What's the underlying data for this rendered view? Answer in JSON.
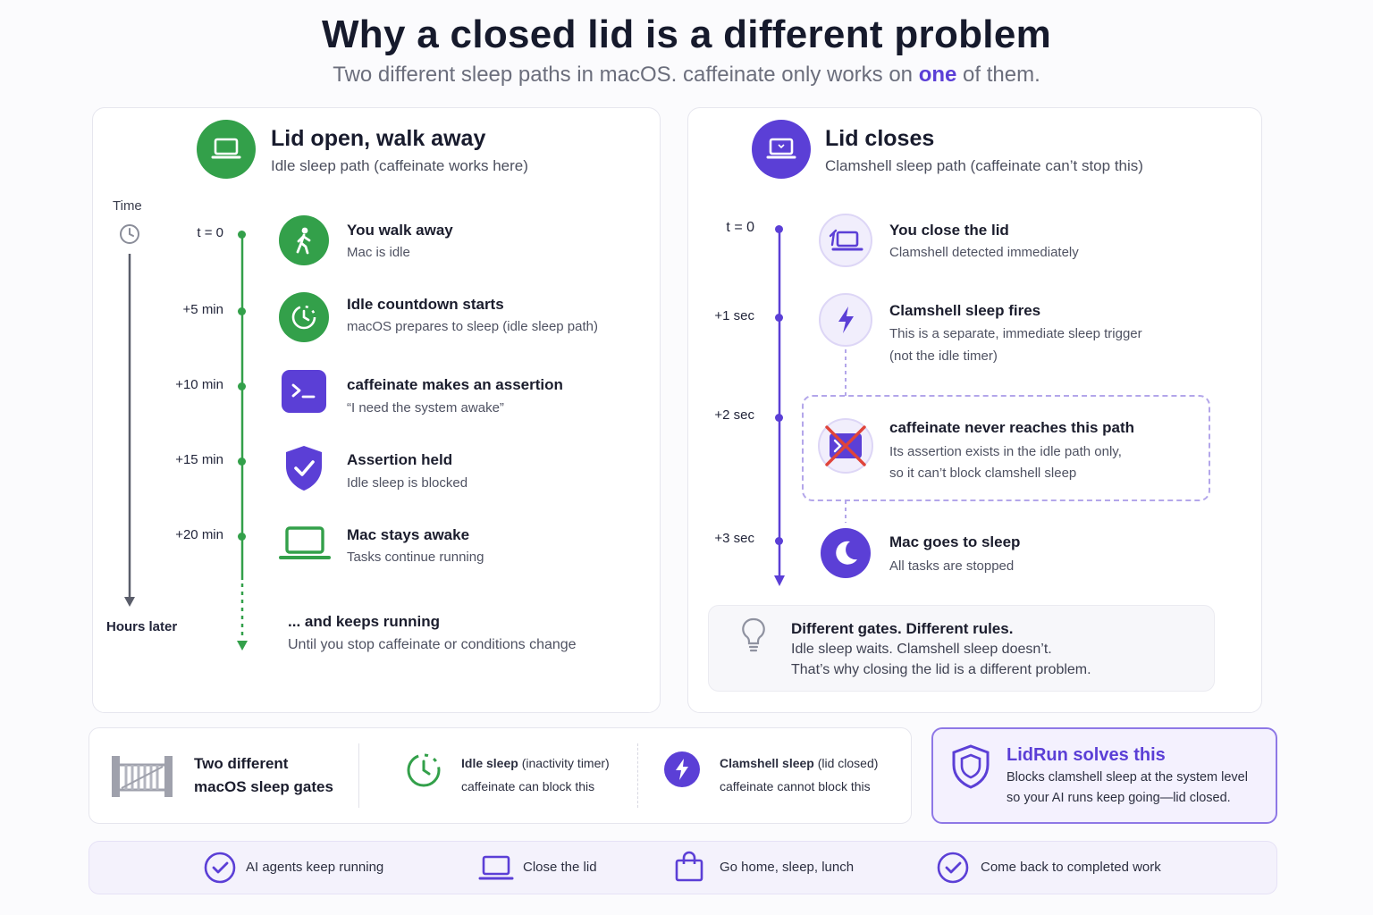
{
  "header": {
    "title": "Why a closed lid is a different problem",
    "subtitle_pre": "Two different sleep paths in macOS. caffeinate only works on ",
    "subtitle_hl": "one",
    "subtitle_post": " of them."
  },
  "colors": {
    "green": "#33a04a",
    "purple": "#5b3fd6",
    "red": "#e0443a"
  },
  "left": {
    "title": "Lid open, walk away",
    "subtitle": "Idle sleep path (caffeinate works here)",
    "axis_label": "Time",
    "axis_end": "Hours later",
    "steps": [
      {
        "time": "t = 0",
        "title": "You walk away",
        "desc": "Mac is idle",
        "icon": "walking-person-icon"
      },
      {
        "time": "+5 min",
        "title": "Idle countdown starts",
        "desc": "macOS prepares to sleep (idle sleep path)",
        "icon": "clock-countdown-icon"
      },
      {
        "time": "+10 min",
        "title": "caffeinate makes an assertion",
        "desc": "“I need the system awake”",
        "icon": "terminal-icon"
      },
      {
        "time": "+15 min",
        "title": "Assertion held",
        "desc": "Idle sleep is blocked",
        "icon": "shield-check-icon"
      },
      {
        "time": "+20 min",
        "title": "Mac stays awake",
        "desc": "Tasks continue running",
        "icon": "laptop-icon"
      }
    ],
    "final": {
      "title": "... and keeps running",
      "desc": "Until you stop caffeinate or conditions change"
    }
  },
  "right": {
    "title": "Lid closes",
    "subtitle": "Clamshell sleep path (caffeinate can’t stop this)",
    "steps": [
      {
        "time": "t = 0",
        "title": "You close the lid",
        "desc1": "Clamshell detected immediately",
        "desc2": "",
        "icon": "closing-laptop-icon"
      },
      {
        "time": "+1 sec",
        "title": "Clamshell sleep fires",
        "desc1": "This is a separate, immediate sleep trigger",
        "desc2": "(not the idle timer)",
        "icon": "lightning-icon"
      },
      {
        "time": "+2 sec",
        "title": "caffeinate never reaches this path",
        "desc1": "Its assertion exists in the idle path only,",
        "desc2": "so it can’t block clamshell sleep",
        "icon": "blocked-terminal-icon"
      },
      {
        "time": "+3 sec",
        "title": "Mac goes to sleep",
        "desc1": "All tasks are stopped",
        "desc2": "",
        "icon": "moon-icon"
      }
    ],
    "note": {
      "title": "Different gates. Different rules.",
      "line1": "Idle sleep waits. Clamshell sleep doesn’t.",
      "line2": "That’s why closing the lid is a different problem."
    }
  },
  "gates": {
    "label_line1": "Two different",
    "label_line2": "macOS sleep gates",
    "idle_bold": "Idle sleep",
    "idle_rest": " (inactivity timer)",
    "idle_line2": "caffeinate can block this",
    "clam_bold": "Clamshell sleep",
    "clam_rest": " (lid closed)",
    "clam_line2": "caffeinate cannot block this"
  },
  "lidrun": {
    "title": "LidRun solves this",
    "line1": "Blocks clamshell sleep at the system level",
    "line2": "so your AI runs keep going—lid closed."
  },
  "bottom": [
    {
      "label": "AI agents keep running",
      "icon": "check-circle-icon"
    },
    {
      "label": "Close the lid",
      "icon": "laptop-icon"
    },
    {
      "label": "Go home, sleep, lunch",
      "icon": "shopping-bag-icon"
    },
    {
      "label": "Come back to completed work",
      "icon": "check-circle-icon"
    }
  ]
}
